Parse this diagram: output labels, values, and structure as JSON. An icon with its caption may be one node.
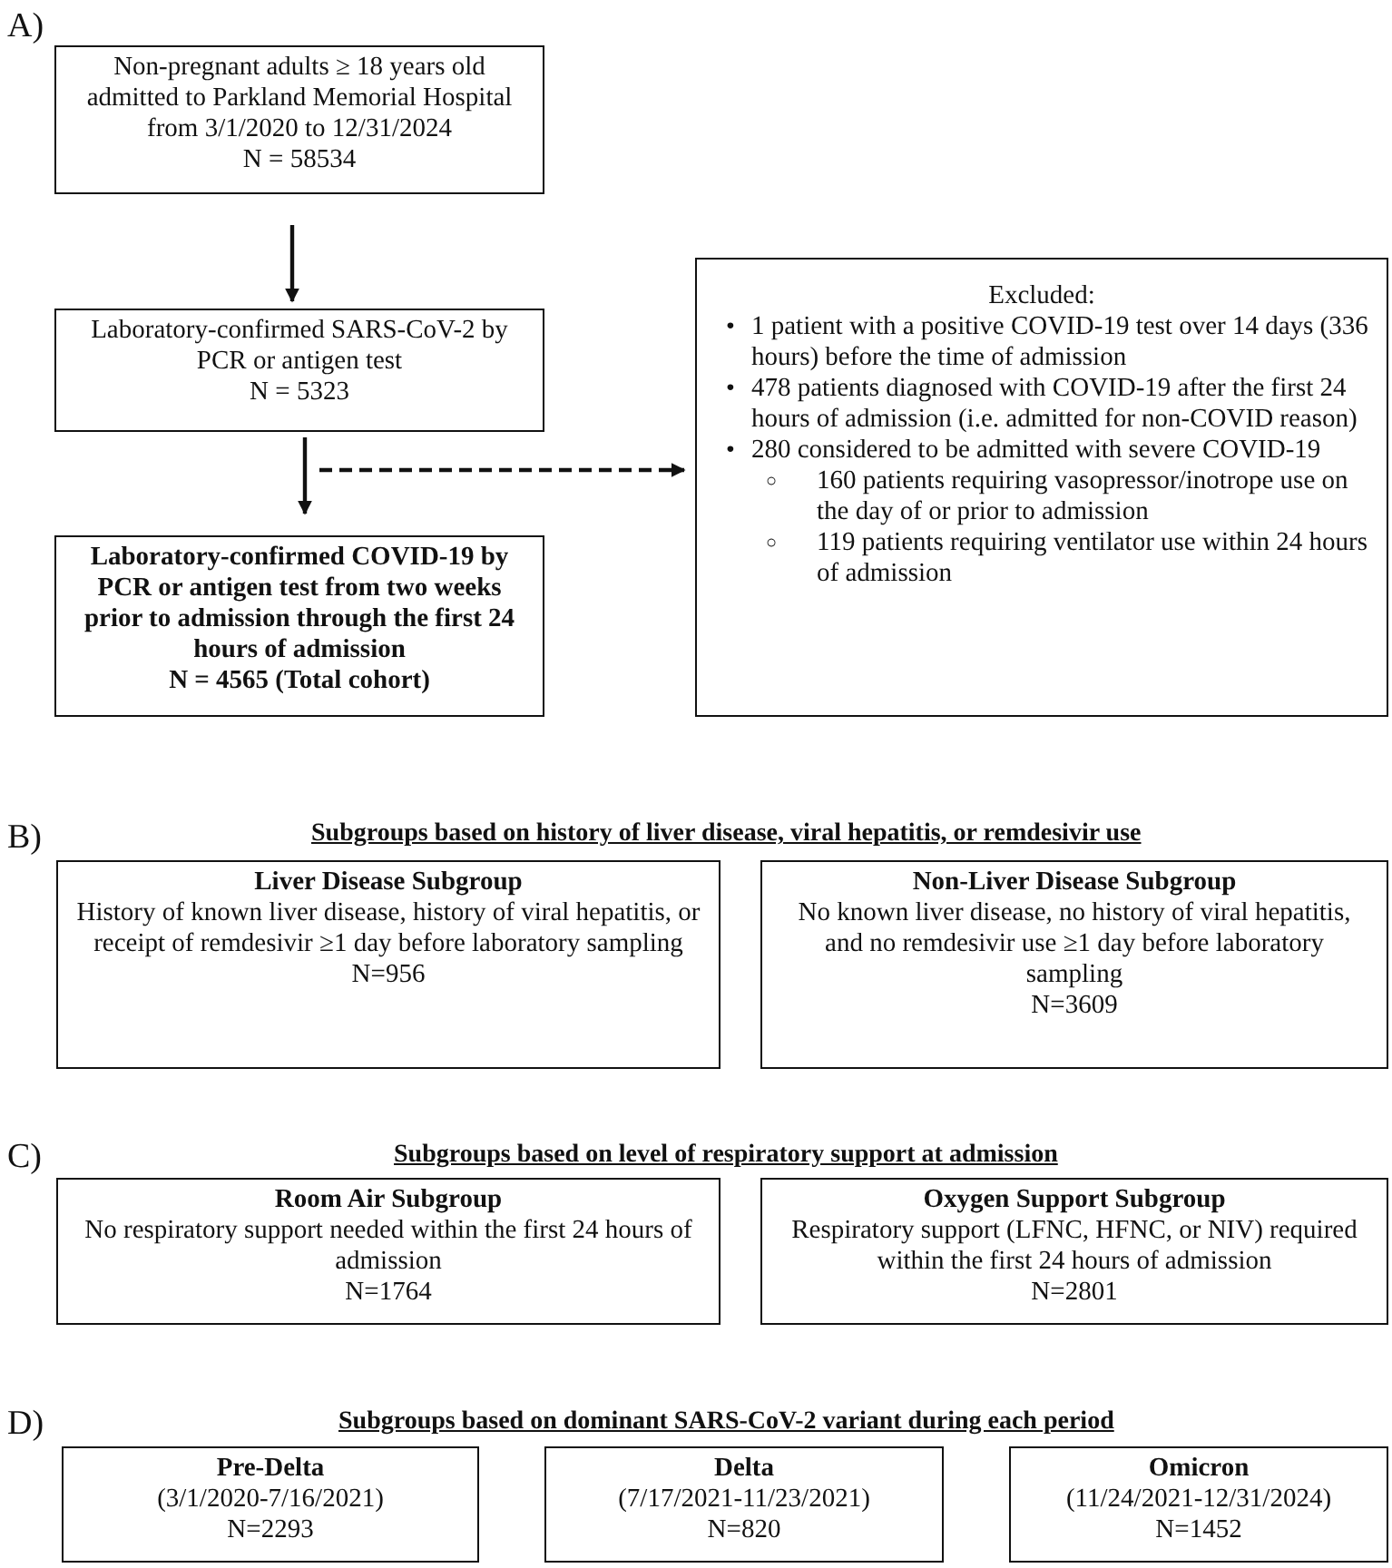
{
  "diagram": {
    "nodes": [
      {
        "text": [
          "Non-pregnant adults ≥ 18 years old admitted to Parkland Memorial Hospital from 3/1/2020 to 12/31/2024",
          "N = 58534"
        ]
      },
      {
        "text": [
          "Laboratory-confirmed SARS-CoV-2 by PCR or antigen test",
          "N = 5323"
        ]
      },
      {
        "text": [
          "Laboratory-confirmed COVID-19 by PCR or antigen test from two weeks prior to admission through the first 24 hours of admission",
          "N = 4565 (Total cohort)"
        ]
      },
      {
        "text": [
          "Excluded:",
          "• 1 patient with a positive COVID-19 test over 14 days (336 hours) before the time of admission",
          "• 478 patients diagnosed with COVID-19 after the first 24 hours of admission (i.e. admitted for non-COVID reason)",
          "• 280 considered to be admitted with severe COVID-19",
          "○ 160 patients requiring vasopressor/inotrope use on the day of or prior to admission",
          "○ 119 patients requiring ventilator use within 24 hours of admission"
        ]
      },
      {
        "text": [
          "Liver Disease Subgroup",
          "History of known liver disease, history of viral hepatitis, or receipt of remdesivir ≥1 day before laboratory sampling",
          "N=956"
        ]
      },
      {
        "text": [
          "Non-Liver Disease Subgroup",
          "No known liver disease, no history of viral hepatitis, and no remdesivir use ≥1 day before laboratory sampling",
          "N=3609"
        ]
      },
      {
        "text": [
          "Room Air Subgroup",
          "No respiratory support needed within the first 24 hours of admission",
          "N=1764"
        ]
      },
      {
        "text": [
          "Oxygen Support Subgroup",
          "Respiratory support (LFNC, HFNC, or NIV) required within the first 24 hours of admission",
          "N=2801"
        ]
      },
      {
        "text": [
          "Pre-Delta",
          "(3/1/2020-7/16/2021)",
          "N=2293"
        ]
      },
      {
        "text": [
          "Delta",
          "(7/17/2021-11/23/2021)",
          "N=820"
        ]
      },
      {
        "text": [
          "Omicron",
          "(11/24/2021-12/31/2024)",
          "N=1452"
        ]
      }
    ],
    "edges": [
      {
        "from": 0,
        "to": 1,
        "arrow": "to"
      },
      {
        "from": 1,
        "to": 2,
        "arrow": "to"
      },
      {
        "from": 1,
        "to": 3,
        "arrow": "to",
        "style": "dashed"
      }
    ],
    "labels": [
      "A)",
      "B)",
      "Subgroups based on history of liver disease, viral hepatitis, or remdesivir use",
      "C)",
      "Subgroups based on level of respiratory support at admission",
      "D)",
      "Subgroups based on dominant SARS-CoV-2 variant during each period"
    ]
  }
}
